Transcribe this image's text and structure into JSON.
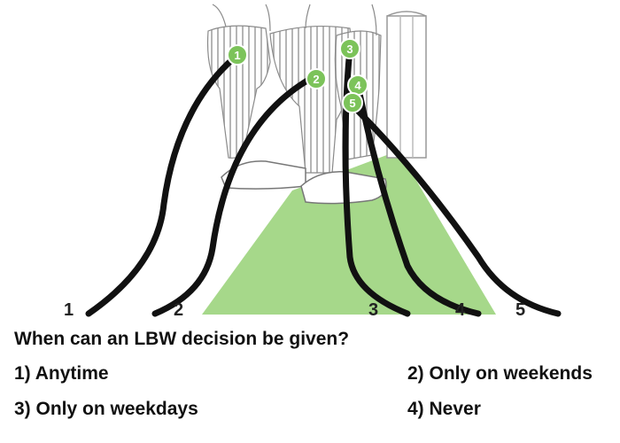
{
  "illustration": {
    "path_labels": [
      "1",
      "2",
      "3",
      "4",
      "5"
    ],
    "markers": [
      "1",
      "2",
      "3",
      "4",
      "5"
    ],
    "colors": {
      "pitch_green": "#a6d88a",
      "marker_green": "#7cc35a",
      "path_black": "#111111",
      "stripe_gray": "#b5b5b5"
    }
  },
  "quiz": {
    "question": "When can an LBW decision be given?",
    "options": [
      "1) Anytime",
      "2) Only on weekends",
      "3) Only on weekdays",
      "4) Never"
    ]
  }
}
